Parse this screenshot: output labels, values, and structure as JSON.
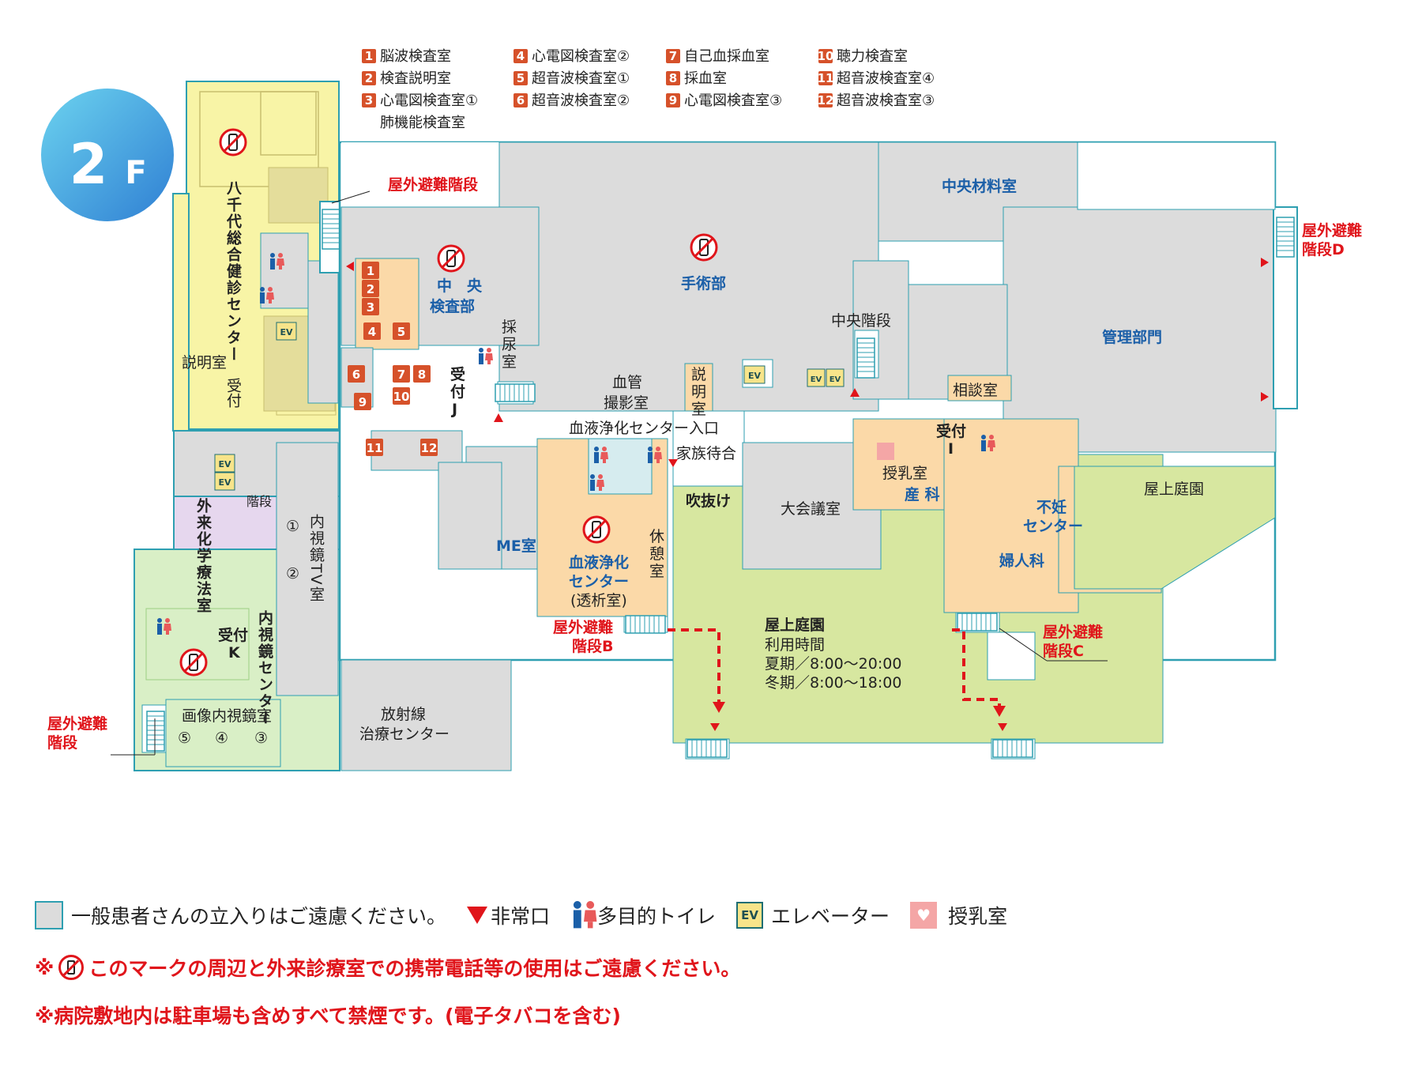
{
  "floor": "2",
  "floor_suffix": "F",
  "index": [
    {
      "num": "1",
      "name": "脳波検査室"
    },
    {
      "num": "2",
      "name": "検査説明室"
    },
    {
      "num": "3",
      "name": "心電図検査室①",
      "name2": "肺機能検査室"
    },
    {
      "num": "4",
      "name": "心電図検査室②"
    },
    {
      "num": "5",
      "name": "超音波検査室①"
    },
    {
      "num": "6",
      "name": "超音波検査室②"
    },
    {
      "num": "7",
      "name": "自己血採血室"
    },
    {
      "num": "8",
      "name": "採血室"
    },
    {
      "num": "9",
      "name": "心電図検査室③"
    },
    {
      "num": "10",
      "name": "聴力検査室"
    },
    {
      "num": "11",
      "name": "超音波検査室④"
    },
    {
      "num": "12",
      "name": "超音波検査室③"
    }
  ],
  "labels": {
    "health_center": "八千代総合健診センター",
    "explain_room": "説明室",
    "reception": "受付",
    "central_lab_1": "中　央",
    "central_lab_2": "検査部",
    "urine_1": "採",
    "urine_2": "尿",
    "urine_3": "室",
    "reception_j_1": "受",
    "reception_j_2": "付",
    "reception_j_3": "J",
    "angio_1": "血管",
    "angio_2": "撮影室",
    "explain2_1": "説",
    "explain2_2": "明",
    "explain2_3": "室",
    "surgery": "手術部",
    "central_supply": "中央材料室",
    "central_stairs": "中央階段",
    "management": "管理部門",
    "consult": "相談室",
    "dialysis_entrance": "血液浄化センター入口",
    "family_wait": "家族待合",
    "atrium": "吹抜け",
    "hall": "大会議室",
    "nursing": "授乳室",
    "obstetrics": "産 科",
    "reception_i_1": "受付",
    "reception_i_2": "I",
    "fertility_1": "不妊",
    "fertility_2": "センター",
    "gynecology": "婦人科",
    "roof_garden": "屋上庭園",
    "roof_garden2": "屋上庭園",
    "hours_title": "利用時間",
    "summer": "夏期／8:00～20:00",
    "winter": "冬期／8:00～18:00",
    "me_room": "ME室",
    "dialysis_1": "血液浄化",
    "dialysis_2": "センター",
    "dialysis_3": "(透析室)",
    "rest_1": "休",
    "rest_2": "憩",
    "rest_3": "室",
    "radiation_1": "放射線",
    "radiation_2": "治療センター",
    "chemo": "外来化学療法室",
    "stairs_small": "階段",
    "endoscope_tv": "内視鏡TV室",
    "circle1": "①",
    "circle2": "②",
    "endoscope_center": "内視鏡センター",
    "reception_k_1": "受付",
    "reception_k_2": "K",
    "image_endoscope": "画像内視鏡室",
    "circle5": "⑤",
    "circle4": "④",
    "circle3": "③",
    "ev": "EV"
  },
  "escapes": {
    "top_1": "屋外避難階段",
    "d_1": "屋外避難",
    "d_2": "階段D",
    "b_1": "屋外避難",
    "b_2": "階段B",
    "c_1": "屋外避難",
    "c_2": "階段C",
    "left_1": "屋外避難",
    "left_2": "階段"
  },
  "legend": {
    "restricted": "一般患者さんの立入りはご遠慮ください。",
    "emergency": "非常口",
    "toilet": "多目的トイレ",
    "ev": "EV",
    "elevator": "エレベーター",
    "nursing": "授乳室"
  },
  "notes": {
    "n1_prefix": "※",
    "n1_text": "このマークの周辺と外来診療室での携帯電話等の使用はご遠慮ください。",
    "n2": "※病院敷地内は駐車場も含めすべて禁煙です。(電子タバコを含む)"
  },
  "colors": {
    "outline": "#2e9fb1",
    "restricted": "#dcdcdc",
    "health": "#f8f4a6",
    "orange": "#fbd9a8",
    "garden": "#d7e7a0",
    "green": "#d9efc6",
    "purple": "#e6d7ee",
    "emergency": "#e0151b",
    "number_box": "#d6512a",
    "blue_text": "#1b5fa8"
  }
}
